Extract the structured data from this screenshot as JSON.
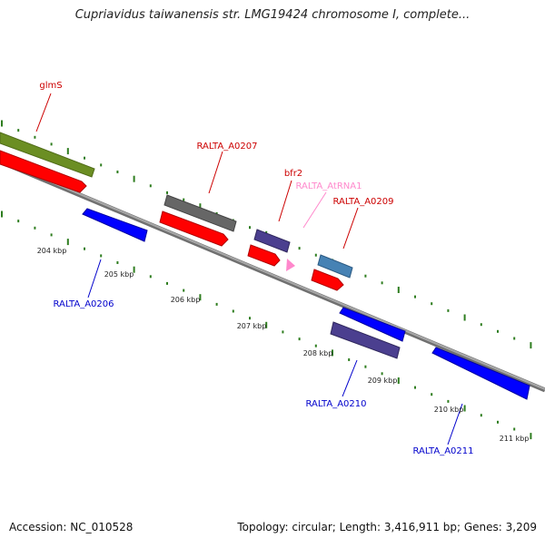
{
  "title": "Cupriavidus taiwanensis str. LMG19424 chromosome I, complete...",
  "footer": {
    "accession": "Accession: NC_010528",
    "summary": "Topology: circular; Length: 3,416,911 bp; Genes: 3,209"
  },
  "ruler": {
    "labels": [
      "204 kbp",
      "205 kbp",
      "206 kbp",
      "207 kbp",
      "208 kbp",
      "209 kbp",
      "210 kbp",
      "211 kbp"
    ]
  },
  "genes": [
    {
      "name": "glmS",
      "color": "#cc0000"
    },
    {
      "name": "RALTA_A0207",
      "color": "#cc0000"
    },
    {
      "name": "bfr2",
      "color": "#cc0000"
    },
    {
      "name": "RALTA_AtRNA1",
      "color": "#ff88cc"
    },
    {
      "name": "RALTA_A0209",
      "color": "#cc0000"
    },
    {
      "name": "RALTA_A0206",
      "color": "#0000cc"
    },
    {
      "name": "RALTA_A0210",
      "color": "#0000cc"
    },
    {
      "name": "RALTA_A0211",
      "color": "#0000cc"
    }
  ],
  "colors": {
    "cds_forward": "#ff0000",
    "cds_reverse": "#0000ff",
    "gene_olive": "#6b8e23",
    "gene_gray": "#666666",
    "gene_purple": "#4b3f8f",
    "gene_steelblue": "#4682b4",
    "trna": "#ff88cc",
    "backbone": "#8c8c8c",
    "tick": "#2e7d1f"
  }
}
